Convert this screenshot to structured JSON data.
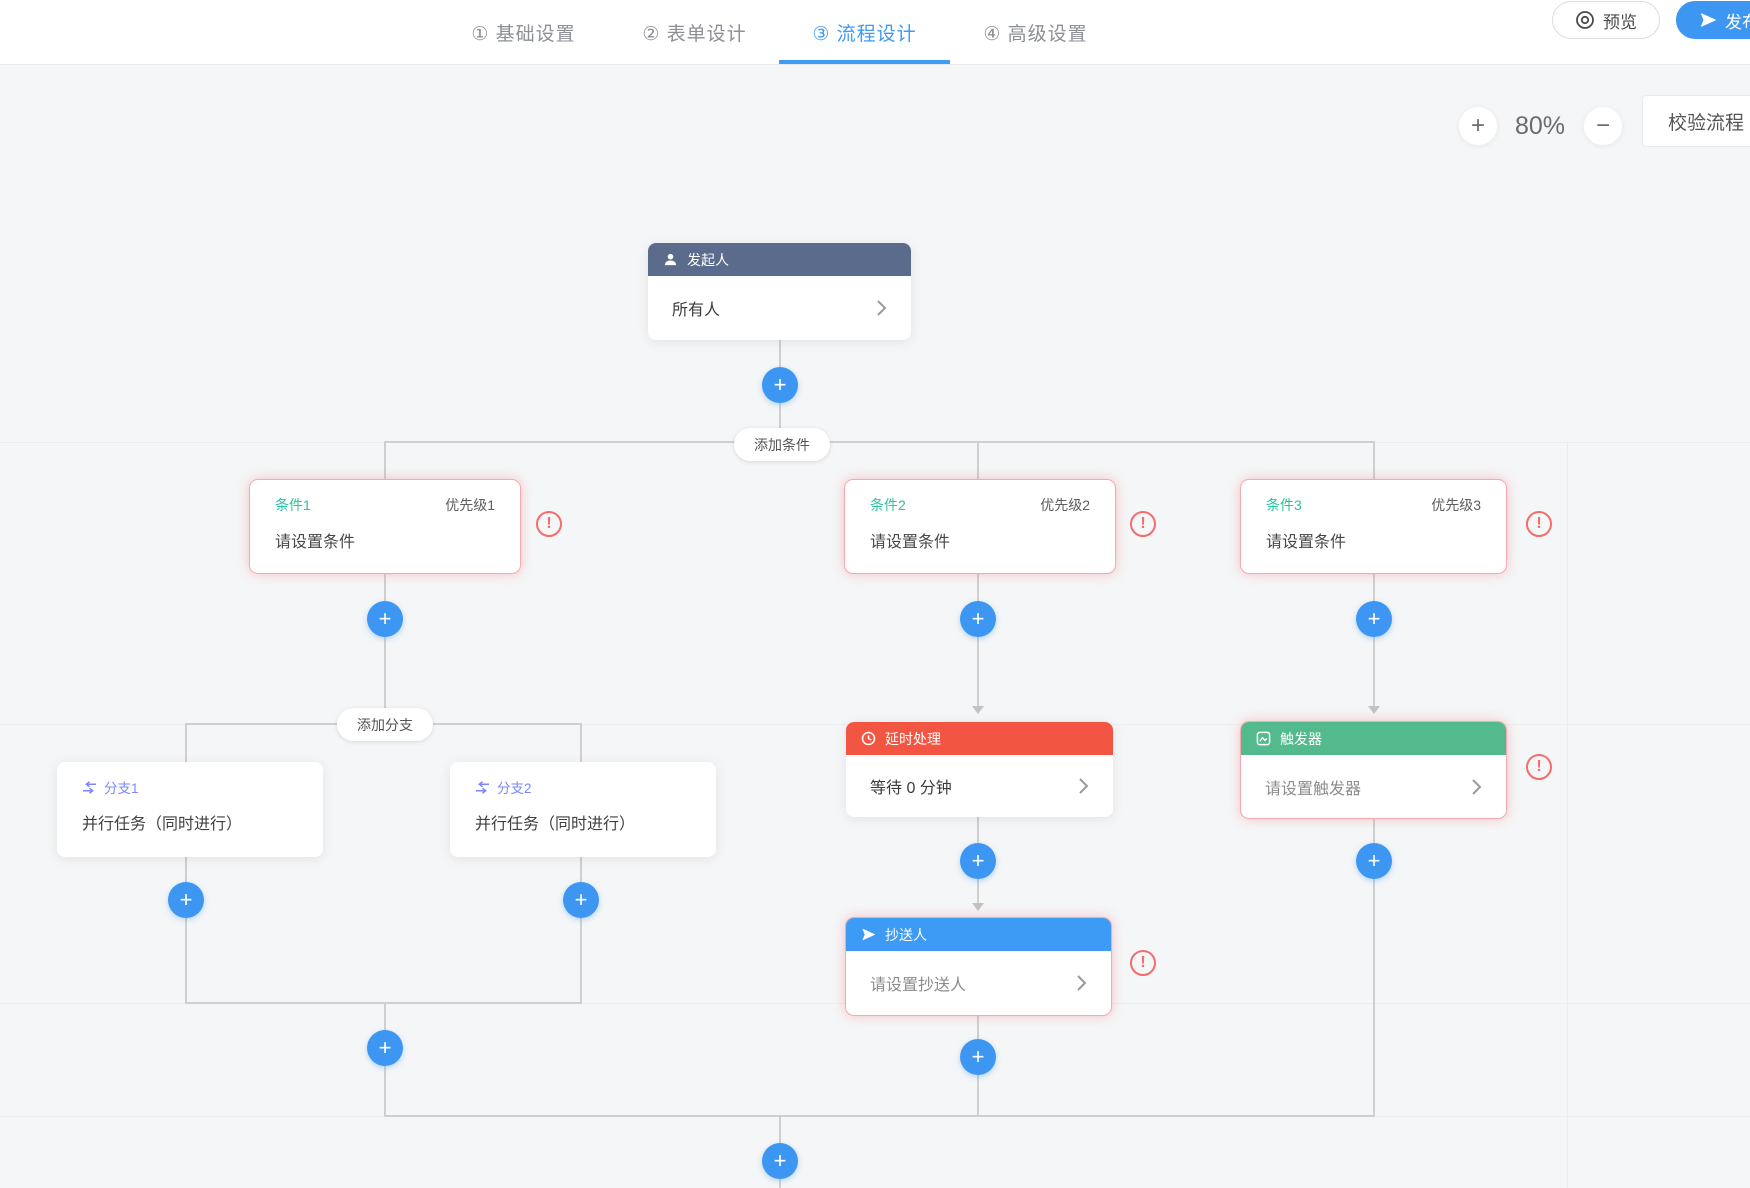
{
  "header": {
    "tabs": [
      {
        "label": "① 基础设置"
      },
      {
        "label": "② 表单设计"
      },
      {
        "label": "③ 流程设计"
      },
      {
        "label": "④ 高级设置"
      }
    ],
    "preview_label": "预览",
    "publish_label": "发布"
  },
  "toolbar": {
    "zoom_in": "+",
    "zoom_level": "80%",
    "zoom_out": "−",
    "validate_label": "校验流程"
  },
  "flow": {
    "start": {
      "title": "发起人",
      "value": "所有人"
    },
    "add_condition_label": "添加条件",
    "add_branch_label": "添加分支",
    "conditions": [
      {
        "name": "条件1",
        "priority": "优先级1",
        "value": "请设置条件"
      },
      {
        "name": "条件2",
        "priority": "优先级2",
        "value": "请设置条件"
      },
      {
        "name": "条件3",
        "priority": "优先级3",
        "value": "请设置条件"
      }
    ],
    "branches": [
      {
        "name": "分支1",
        "value": "并行任务（同时进行）"
      },
      {
        "name": "分支2",
        "value": "并行任务（同时进行）"
      }
    ],
    "delay": {
      "title": "延时处理",
      "value": "等待 0 分钟"
    },
    "trigger": {
      "title": "触发器",
      "value": "请设置触发器"
    },
    "cc": {
      "title": "抄送人",
      "value": "请设置抄送人"
    }
  },
  "icons": {
    "plus": "+",
    "exclamation": "!"
  },
  "colors": {
    "accent_blue": "#3d97f2",
    "tab_active": "#3d9bf3",
    "start_header": "#5a6b8c",
    "delay_header": "#f25643",
    "cc_header": "#3d9af5",
    "trigger_header": "#52ba8c",
    "condition_name": "#2bc3a2",
    "branch_label": "#7b87fb",
    "warning": "#f56c6c",
    "connector": "#cfcfcf",
    "canvas_bg": "#f5f6f7"
  }
}
